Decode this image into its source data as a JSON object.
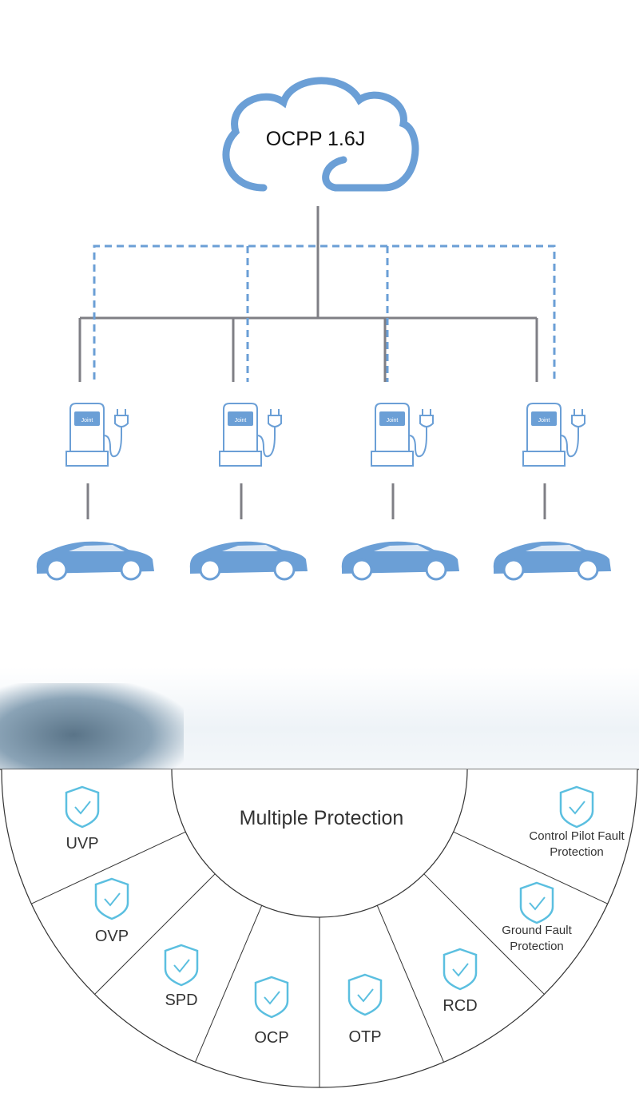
{
  "network": {
    "cloud_label": "OCPP 1.6J",
    "charger_brand": "Joint",
    "charger_count": 4,
    "colors": {
      "accent": "#6b9fd6",
      "line": "#7f7f85",
      "shield": "#5bbfe0"
    }
  },
  "protection": {
    "title": "Multiple Protection",
    "items": [
      {
        "label": "UVP"
      },
      {
        "label": "OVP"
      },
      {
        "label": "SPD"
      },
      {
        "label": "OCP"
      },
      {
        "label": "OTP"
      },
      {
        "label": "RCD"
      },
      {
        "label": "Ground Fault Protection"
      },
      {
        "label": "Control Pilot Fault Protection"
      }
    ]
  }
}
